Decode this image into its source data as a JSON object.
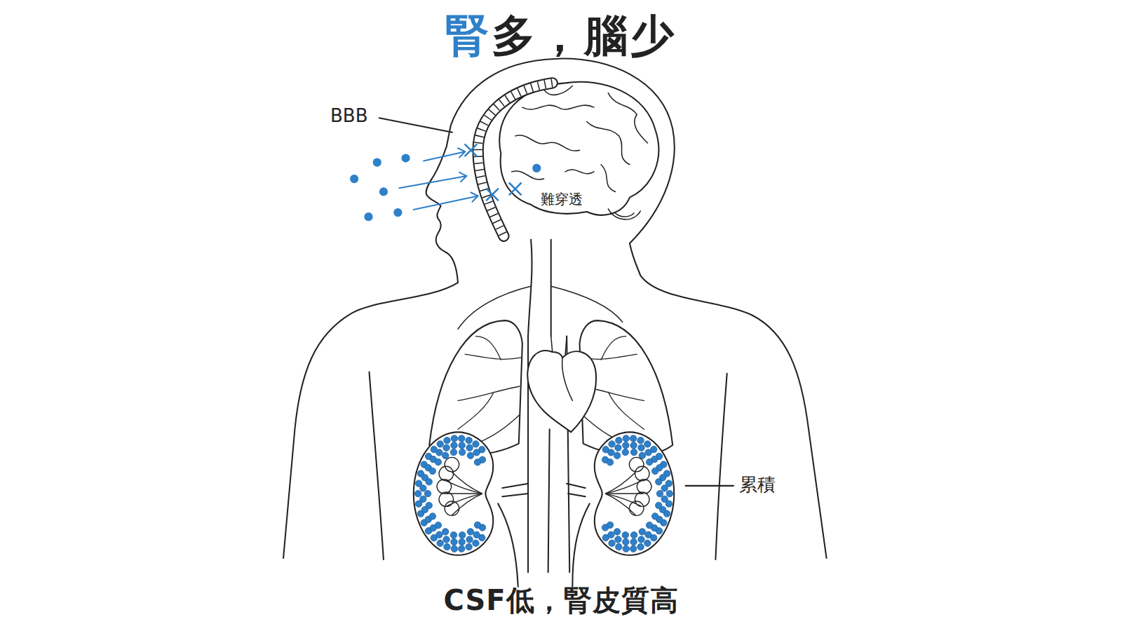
{
  "diagram": {
    "title": "腎多，腦少",
    "caption": "CSF低，腎皮質高",
    "labels": [
      "BBB",
      "難穿透",
      "累積"
    ]
  }
}
